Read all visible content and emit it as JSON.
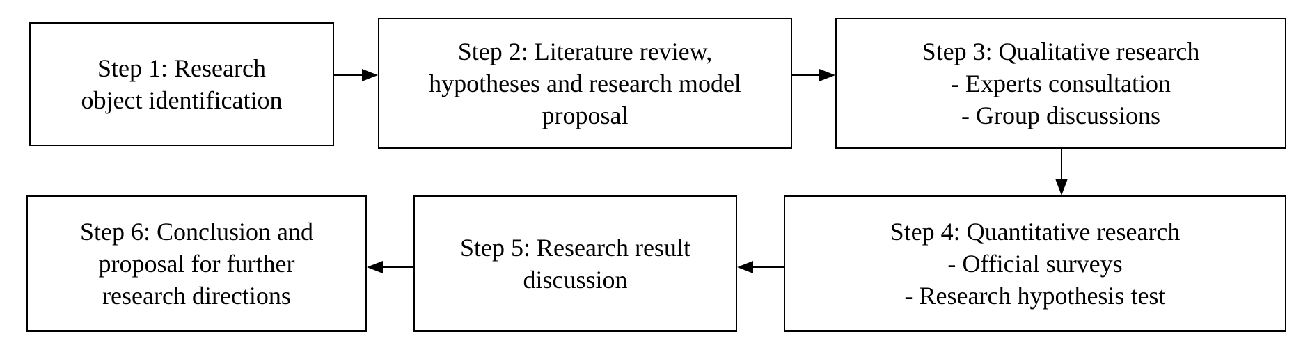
{
  "diagram": {
    "steps": [
      {
        "lines": [
          "Step 1: Research",
          "object identification"
        ]
      },
      {
        "lines": [
          "Step 2: Literature review,",
          "hypotheses and research model",
          "proposal"
        ]
      },
      {
        "lines": [
          "Step 3: Qualitative research",
          "- Experts consultation",
          "- Group discussions"
        ]
      },
      {
        "lines": [
          "Step 4: Quantitative research",
          "- Official surveys",
          "- Research hypothesis test"
        ]
      },
      {
        "lines": [
          "Step 5: Research result",
          "discussion"
        ]
      },
      {
        "lines": [
          "Step 6: Conclusion and",
          "proposal for further",
          "research directions"
        ]
      }
    ],
    "connections": [
      {
        "from": 1,
        "to": 2
      },
      {
        "from": 2,
        "to": 3
      },
      {
        "from": 3,
        "to": 4
      },
      {
        "from": 4,
        "to": 5
      },
      {
        "from": 5,
        "to": 6
      }
    ],
    "colors": {
      "border": "#000000",
      "text": "#000000",
      "background": "#ffffff"
    }
  }
}
